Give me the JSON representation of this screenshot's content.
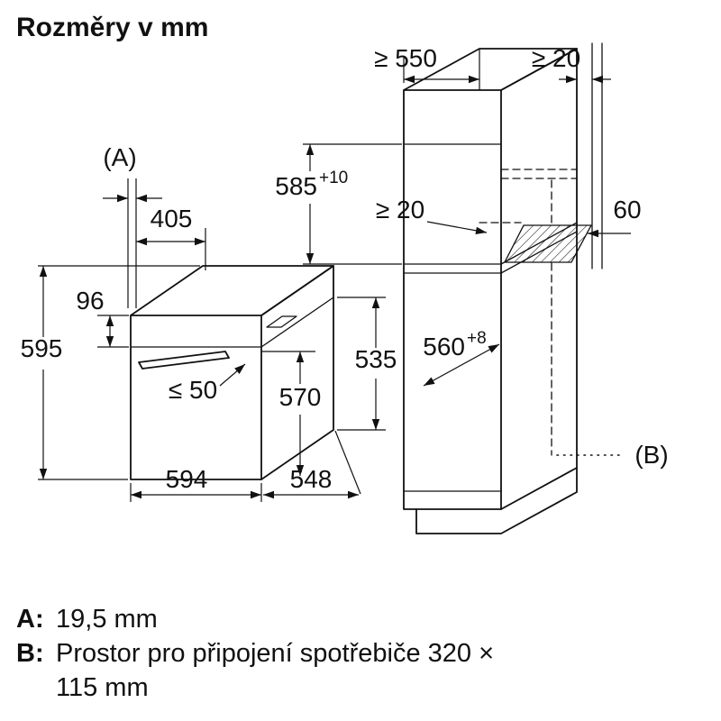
{
  "title": "Rozměry v mm",
  "dims": {
    "marker_a": "(A)",
    "marker_b": "(B)",
    "d405": "405",
    "d96": "96",
    "d595": "595",
    "dle50": "≤ 50",
    "d570": "570",
    "d535": "535",
    "d594": "594",
    "d548": "548",
    "dge550": "≥ 550",
    "dge20_top": "≥ 20",
    "d585": "585",
    "d585_tol": "+10",
    "dge20_inner": "≥ 20",
    "d60": "60",
    "d560": "560",
    "d560_tol": "+8"
  },
  "legend": {
    "a_key": "A:",
    "a_value": "19,5 mm",
    "b_key": "B:",
    "b_value_line1": "Prostor pro připojení spotřebiče 320 ×",
    "b_value_line2": "115 mm"
  }
}
